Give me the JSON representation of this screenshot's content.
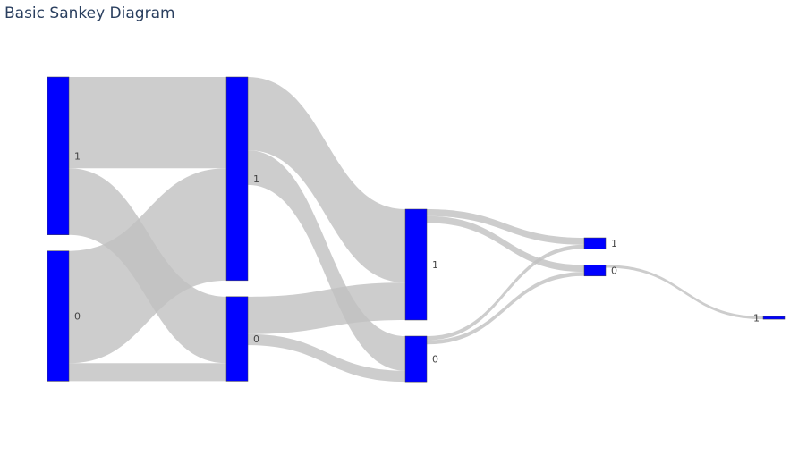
{
  "title": "Basic Sankey Diagram",
  "colors": {
    "node": "#0000ff",
    "node_border": "#444444",
    "link": "#c0c0c0",
    "title": "#2a3f5f"
  },
  "chart_data": {
    "type": "sankey",
    "title": "Basic Sankey Diagram",
    "nodes": [
      {
        "id": "s0_1",
        "label": "1",
        "stage": 0
      },
      {
        "id": "s0_0",
        "label": "0",
        "stage": 0
      },
      {
        "id": "s1_1",
        "label": "1",
        "stage": 1
      },
      {
        "id": "s1_0",
        "label": "0",
        "stage": 1
      },
      {
        "id": "s2_1",
        "label": "1",
        "stage": 2
      },
      {
        "id": "s2_0",
        "label": "0",
        "stage": 2
      },
      {
        "id": "s3_1",
        "label": "1",
        "stage": 3
      },
      {
        "id": "s3_0",
        "label": "0",
        "stage": 3
      },
      {
        "id": "s4_1",
        "label": "1",
        "stage": 4
      }
    ],
    "links": [
      {
        "source": "s0_1",
        "target": "s1_1",
        "value": 66
      },
      {
        "source": "s0_1",
        "target": "s1_0",
        "value": 48
      },
      {
        "source": "s0_0",
        "target": "s1_1",
        "value": 81
      },
      {
        "source": "s0_0",
        "target": "s1_0",
        "value": 13
      },
      {
        "source": "s1_1",
        "target": "s2_1",
        "value": 53
      },
      {
        "source": "s1_1",
        "target": "s2_0",
        "value": 25
      },
      {
        "source": "s1_0",
        "target": "s2_1",
        "value": 27
      },
      {
        "source": "s1_0",
        "target": "s2_0",
        "value": 8
      },
      {
        "source": "s2_1",
        "target": "s3_1",
        "value": 5
      },
      {
        "source": "s2_1",
        "target": "s3_0",
        "value": 5
      },
      {
        "source": "s2_0",
        "target": "s3_1",
        "value": 3
      },
      {
        "source": "s2_0",
        "target": "s3_0",
        "value": 3
      },
      {
        "source": "s3_0",
        "target": "s4_1",
        "value": 2
      }
    ]
  }
}
